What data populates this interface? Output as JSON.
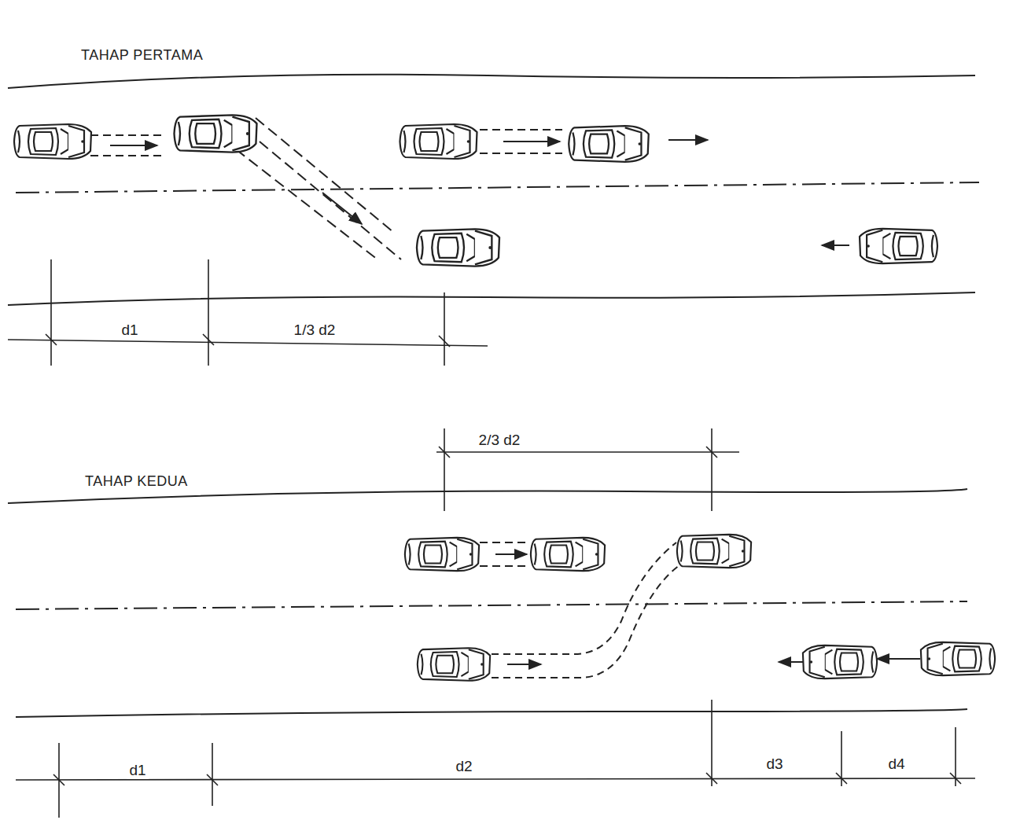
{
  "diagram": {
    "labels": [
      "TAHAP PERTAMA",
      "d1",
      "1/3 d2",
      "2/3 d2",
      "TAHAP KEDUA",
      "d1",
      "d2",
      "d3",
      "d4"
    ]
  }
}
